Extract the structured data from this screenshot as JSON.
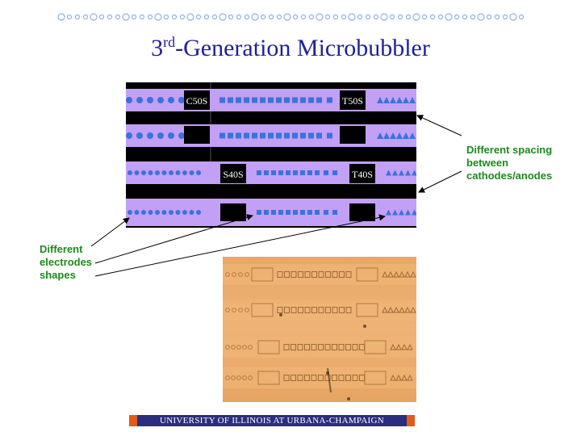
{
  "slide": {
    "title_number": "3",
    "title_sup": "rd",
    "title_rest": "-Generation Microbubbler",
    "label_spacing": "Different spacing between cathodes/anodes",
    "label_spacing_lines": [
      "Different spacing",
      "between",
      "cathodes/anodes"
    ],
    "label_shapes_lines": [
      "Different",
      "electrodes",
      "shapes"
    ],
    "footer": "UNIVERSITY OF ILLINOIS AT URBANA-CHAMPAIGN"
  },
  "layout_diagram": {
    "pad_labels": [
      "C50S",
      "T50S",
      "S40S",
      "T40S"
    ]
  },
  "colors": {
    "title": "#1f1f9a",
    "label": "#1c8a1c",
    "band": "#c2a0f5",
    "shapes": "#3a72e0",
    "footer_bg": "#2b2e7c",
    "footer_accent": "#e25a1c",
    "decoration": "#8fb1e8"
  }
}
